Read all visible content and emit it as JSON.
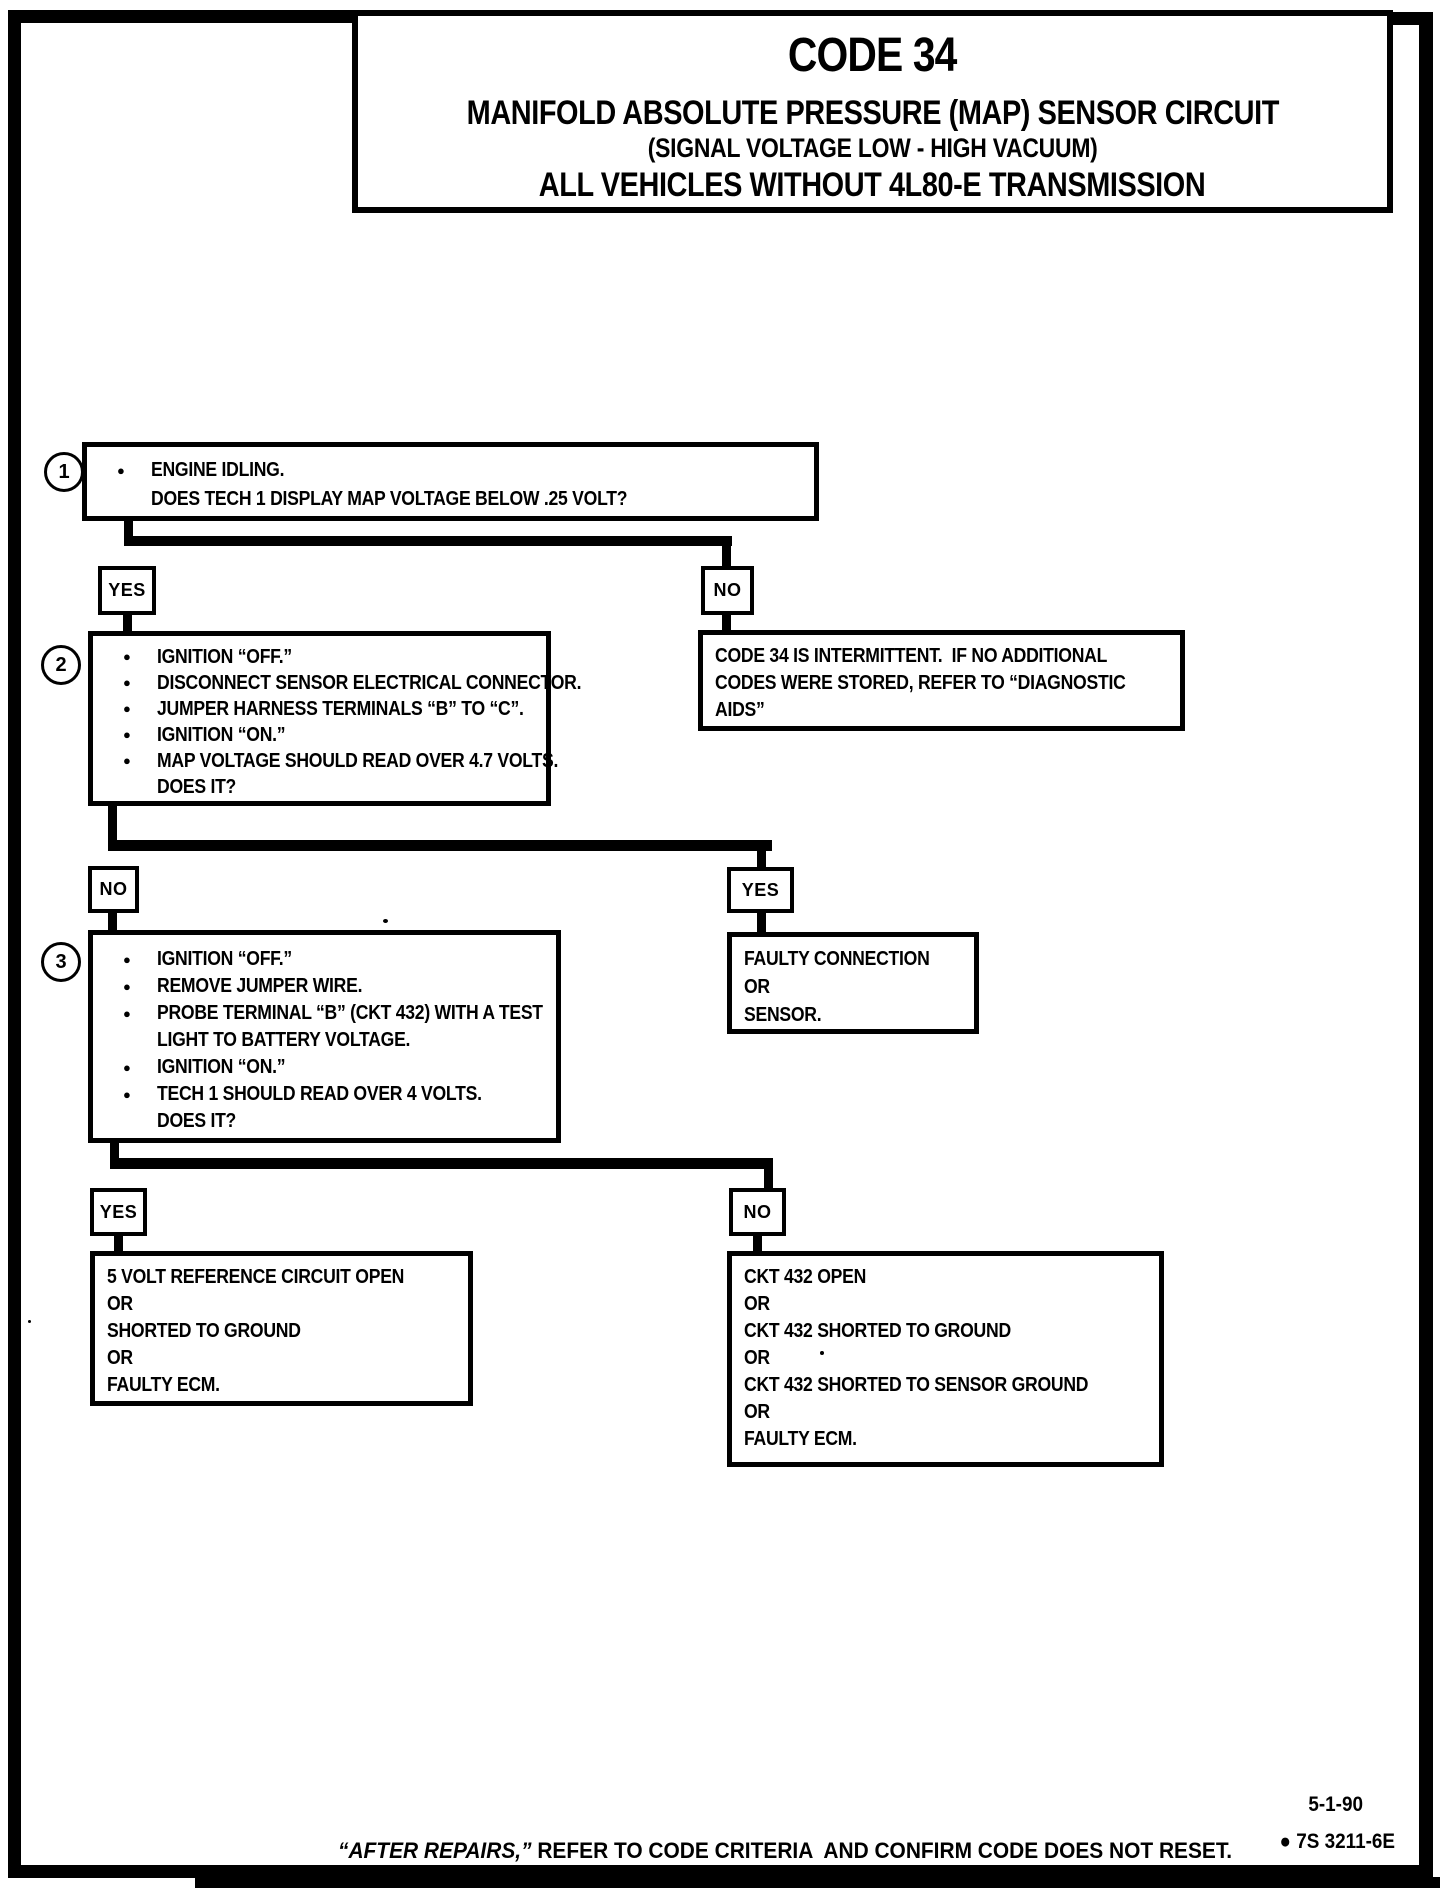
{
  "title": {
    "line1": "CODE 34",
    "line2": "MANIFOLD ABSOLUTE PRESSURE (MAP) SENSOR CIRCUIT",
    "line3": "(SIGNAL VOLTAGE LOW - HIGH VACUUM)",
    "line4": "ALL VEHICLES WITHOUT 4L80-E TRANSMISSION"
  },
  "decision_labels": {
    "yes1": "YES",
    "no1": "NO",
    "no2": "NO",
    "yes2": "YES",
    "yes3": "YES",
    "no3": "NO"
  },
  "steps": {
    "step1": {
      "number": "1",
      "lines": [
        {
          "bullet": "●",
          "text": "ENGINE IDLING."
        },
        {
          "bullet": "",
          "text": "DOES TECH 1 DISPLAY MAP VOLTAGE BELOW .25 VOLT?"
        }
      ]
    },
    "step2": {
      "number": "2",
      "lines": [
        {
          "bullet": "●",
          "text": "IGNITION “OFF.”"
        },
        {
          "bullet": "●",
          "text": "DISCONNECT SENSOR ELECTRICAL CONNECTOR."
        },
        {
          "bullet": "●",
          "text": "JUMPER HARNESS TERMINALS “B” TO “C”."
        },
        {
          "bullet": "●",
          "text": "IGNITION “ON.”"
        },
        {
          "bullet": "●",
          "text": "MAP VOLTAGE SHOULD READ OVER 4.7 VOLTS."
        },
        {
          "bullet": "",
          "text": "DOES IT?"
        }
      ]
    },
    "step3": {
      "number": "3",
      "lines": [
        {
          "bullet": "●",
          "text": "IGNITION “OFF.”"
        },
        {
          "bullet": "●",
          "text": "REMOVE JUMPER WIRE."
        },
        {
          "bullet": "●",
          "text": "PROBE TERMINAL “B” (CKT 432) WITH A TEST"
        },
        {
          "bullet": "",
          "text": "LIGHT TO BATTERY VOLTAGE."
        },
        {
          "bullet": "●",
          "text": "IGNITION “ON.”"
        },
        {
          "bullet": "●",
          "text": "TECH 1 SHOULD READ OVER 4 VOLTS."
        },
        {
          "bullet": "",
          "text": "DOES IT?"
        }
      ]
    }
  },
  "outcomes": {
    "intermittent": {
      "lines": [
        "CODE 34 IS INTERMITTENT.  IF NO ADDITIONAL",
        "CODES WERE STORED, REFER TO “DIAGNOSTIC",
        "AIDS”"
      ]
    },
    "faulty_sensor": {
      "lines": [
        "FAULTY CONNECTION",
        "OR",
        "SENSOR."
      ]
    },
    "ref_circuit": {
      "lines": [
        "5 VOLT REFERENCE CIRCUIT OPEN",
        "OR",
        "SHORTED TO GROUND",
        "OR",
        "FAULTY ECM."
      ]
    },
    "ckt432": {
      "lines": [
        "CKT 432 OPEN",
        "OR",
        "CKT 432 SHORTED TO GROUND",
        "OR",
        "CKT 432 SHORTED TO SENSOR GROUND",
        "OR",
        "FAULTY ECM."
      ]
    }
  },
  "footer": {
    "italic_part": "“AFTER REPAIRS,”",
    "normal_part": " REFER TO CODE CRITERIA  AND CONFIRM CODE DOES NOT RESET.",
    "date": "5-1-90",
    "doc_code": "● 7S 3211-6E"
  }
}
